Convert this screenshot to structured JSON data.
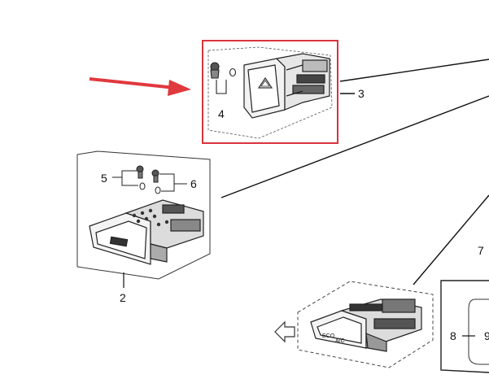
{
  "diagram": {
    "callouts": {
      "part_2": "2",
      "part_3": "3",
      "part_4": "4",
      "part_5": "5",
      "part_6": "6",
      "part_7": "7",
      "part_8": "8",
      "part_9": "9"
    },
    "switch_text": {
      "eco": "ECO",
      "ac": "A/C"
    },
    "highlight_color": "#d9333d",
    "arrow_color": "#e0393e",
    "line_color": "#111111"
  }
}
